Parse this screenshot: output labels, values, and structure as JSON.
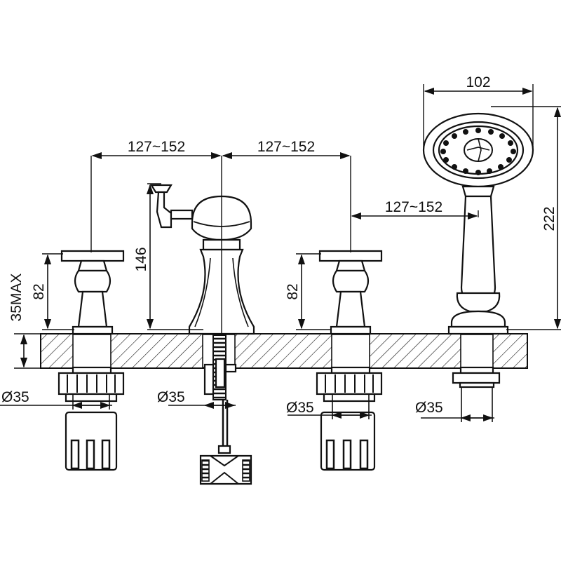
{
  "diagram": {
    "colors": {
      "line": "#111111",
      "background": "#ffffff"
    },
    "dimensions": {
      "shower_head_width": "102",
      "spacing_left": "127~152",
      "spacing_center": "127~152",
      "spacing_right": "127~152",
      "shower_height": "222",
      "spout_height": "146",
      "left_valve_height": "82",
      "right_valve_height": "82",
      "deck_thickness": "35MAX",
      "hole_1": "Ø35",
      "hole_2": "Ø35",
      "hole_3": "Ø35",
      "hole_4": "Ø35"
    }
  }
}
